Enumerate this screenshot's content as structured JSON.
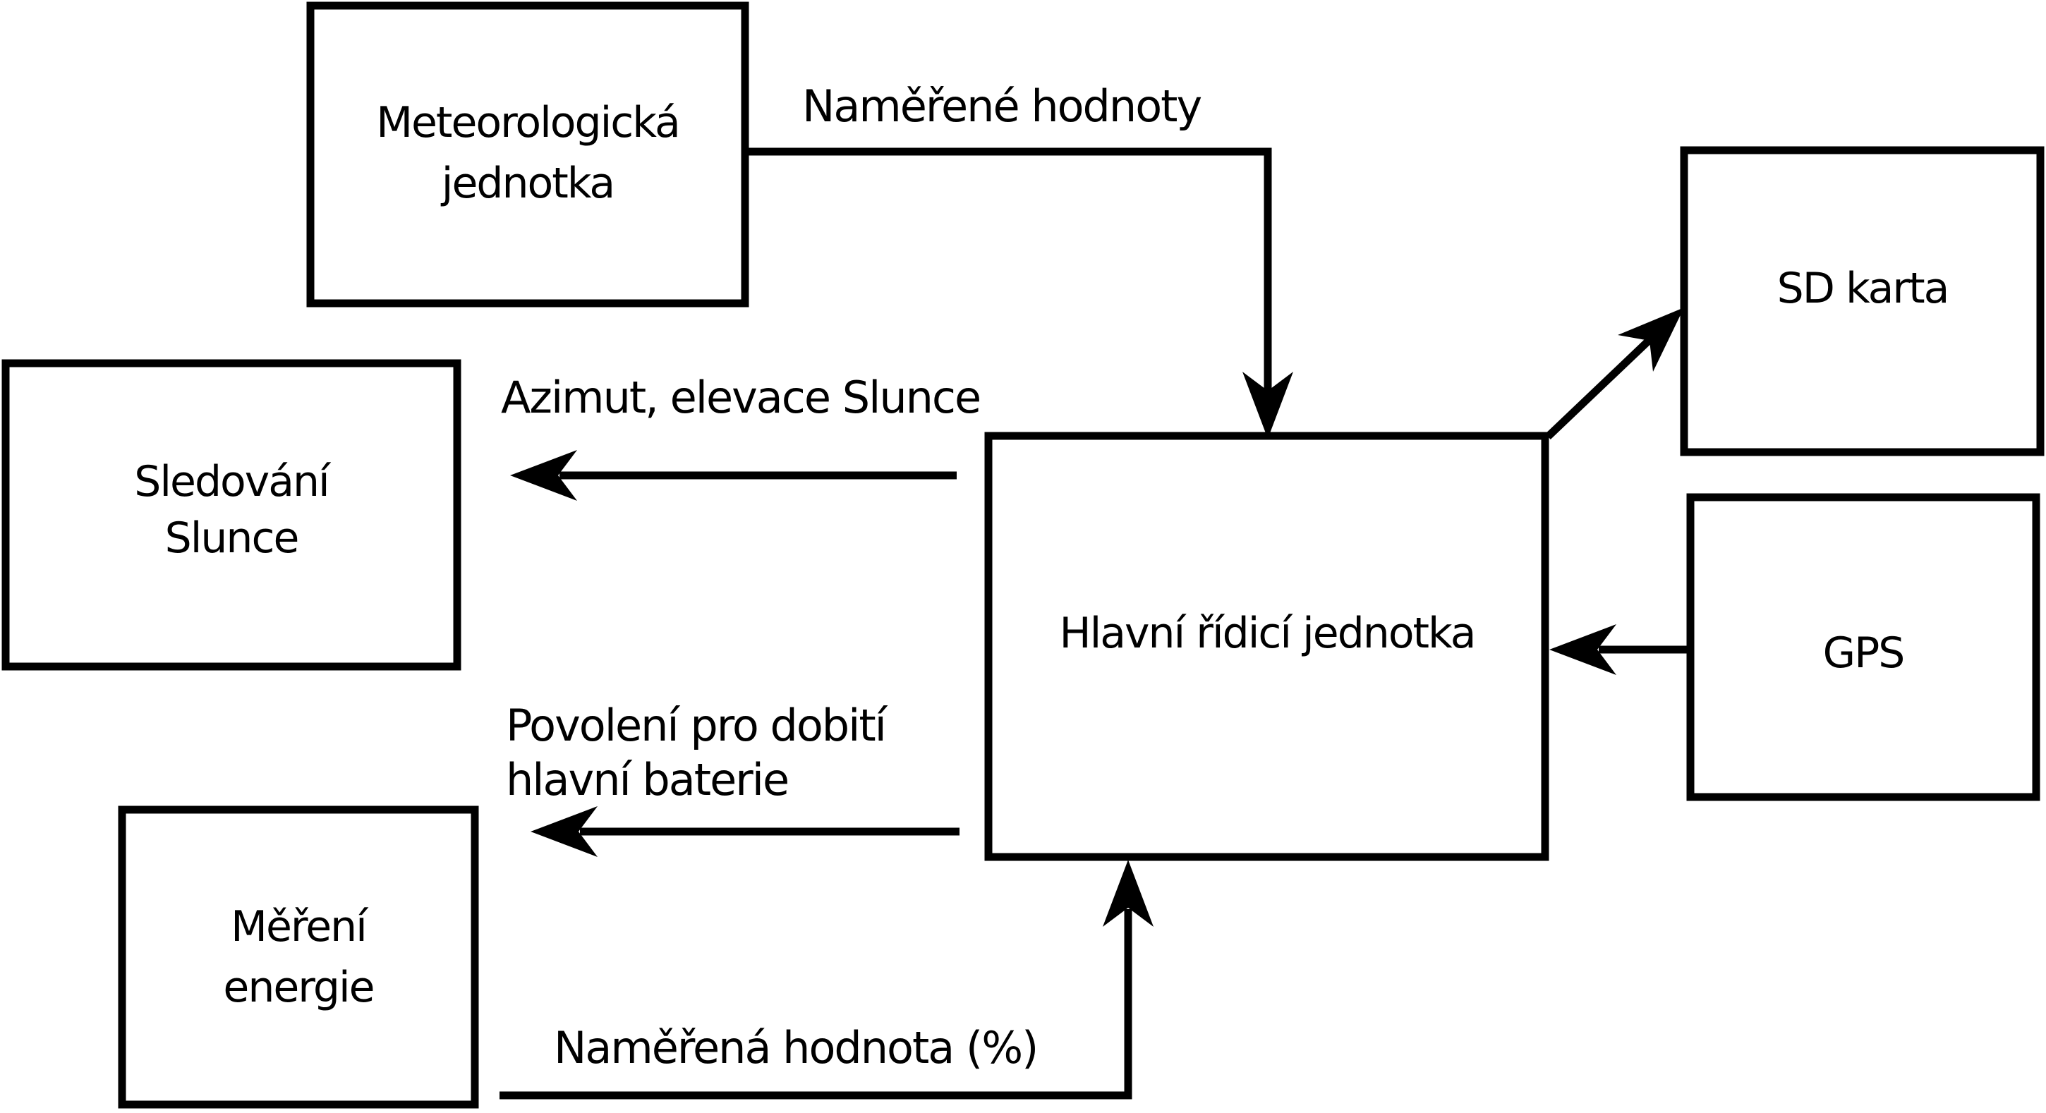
{
  "diagram": {
    "colors": {
      "stroke": "#000000",
      "background": "#ffffff",
      "text": "#000000"
    },
    "nodes": {
      "meteo": {
        "line1": "Meteorologická",
        "line2": "jednotka"
      },
      "sd_karta": {
        "label": "SD karta"
      },
      "sledovani": {
        "line1": "Sledování",
        "line2": "Slunce"
      },
      "hlavni": {
        "label": "Hlavní řídicí jednotka"
      },
      "gps": {
        "label": "GPS"
      },
      "mereni": {
        "line1": "Měření",
        "line2": "energie"
      }
    },
    "edges": {
      "namerene_hodnoty": {
        "label": "Naměřené hodnoty"
      },
      "azimut": {
        "label": "Azimut, elevace Slunce"
      },
      "povoleni": {
        "line1": "Povolení pro dobití",
        "line2": "hlavní baterie"
      },
      "namerena_hodnota": {
        "label": "Naměřená hodnota (%)"
      }
    }
  }
}
